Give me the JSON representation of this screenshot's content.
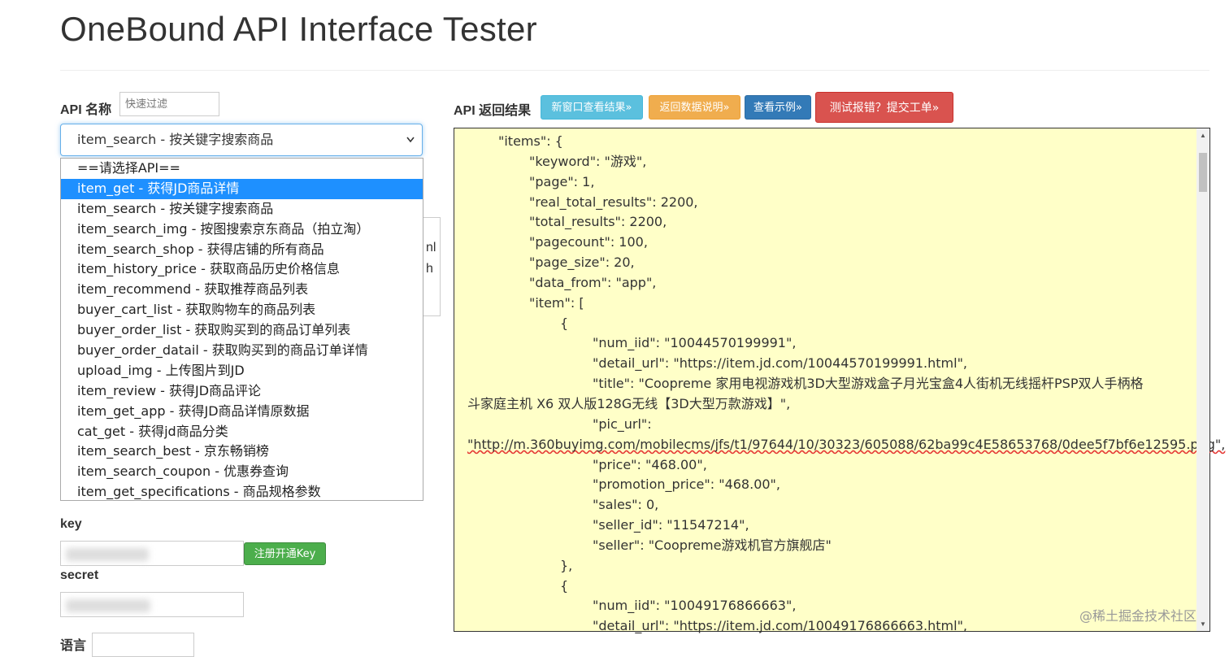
{
  "page": {
    "title": "OneBound API Interface Tester"
  },
  "left": {
    "api_name_label": "API 名称",
    "filter_placeholder": "快速过滤",
    "selected_api": "item_search - 按关键字搜索商品",
    "options": [
      "==请选择API==",
      "item_get - 获得JD商品详情",
      "item_search - 按关键字搜索商品",
      "item_search_img - 按图搜索京东商品（拍立淘）",
      "item_search_shop - 获得店铺的所有商品",
      "item_history_price - 获取商品历史价格信息",
      "item_recommend - 获取推荐商品列表",
      "buyer_cart_list - 获取购物车的商品列表",
      "buyer_order_list - 获取购买到的商品订单列表",
      "buyer_order_datail - 获取购买到的商品订单详情",
      "upload_img - 上传图片到JD",
      "item_review - 获得JD商品评论",
      "item_get_app - 获得JD商品详情原数据",
      "cat_get - 获得jd商品分类",
      "item_search_best - 京东畅销榜",
      "item_search_coupon - 优惠券查询",
      "item_get_specifications - 商品规格参数"
    ],
    "highlighted_index": 1,
    "hidden_text": [
      "nl",
      "h"
    ],
    "key_label": "key",
    "register_button": "注册开通Key",
    "secret_label": "secret",
    "lang_label": "语言"
  },
  "right": {
    "result_label": "API 返回结果",
    "buttons": {
      "new_window": "新窗口查看结果»",
      "data_desc": "返回数据说明»",
      "example": "查看示例»",
      "report": "测试报错？提交工单»"
    },
    "json_lines": [
      "\"items\": {",
      "\"keyword\": \"游戏\",",
      "\"page\": 1,",
      "\"real_total_results\": 2200,",
      "\"total_results\": 2200,",
      "\"pagecount\": 100,",
      "\"page_size\": 20,",
      "\"data_from\": \"app\",",
      "\"item\": [",
      "{",
      "\"num_iid\": \"10044570199991\",",
      "\"detail_url\": \"https://item.jd.com/10044570199991.html\",",
      "\"title\": \"Coopreme 家用电视游戏机3D大型游戏盒子月光宝盒4人街机无线摇杆PSP双人手柄格",
      "斗家庭主机 X6 双人版128G无线【3D大型万款游戏】\",",
      "\"pic_url\":",
      "\"http://m.360buyimg.com/mobilecms/jfs/t1/97644/10/30323/605088/62ba99c4E58653768/0dee5f7bf6e12595.png\",",
      "\"price\": \"468.00\",",
      "\"promotion_price\": \"468.00\",",
      "\"sales\": 0,",
      "\"seller_id\": \"11547214\",",
      "\"seller\": \"Coopreme游戏机官方旗舰店\"",
      "},",
      "{",
      "\"num_iid\": \"10049176866663\",",
      "\"detail_url\": \"https://item.jd.com/10049176866663.html\","
    ]
  },
  "watermark": "@稀土掘金技术社区",
  "colors": {
    "result_bg": "#ffffc8",
    "highlight": "#1e90ff",
    "btn_info": "#5bc0de",
    "btn_warning": "#f0ad4e",
    "btn_primary": "#337ab7",
    "btn_danger": "#d9534f",
    "btn_success": "#4cae4c"
  }
}
